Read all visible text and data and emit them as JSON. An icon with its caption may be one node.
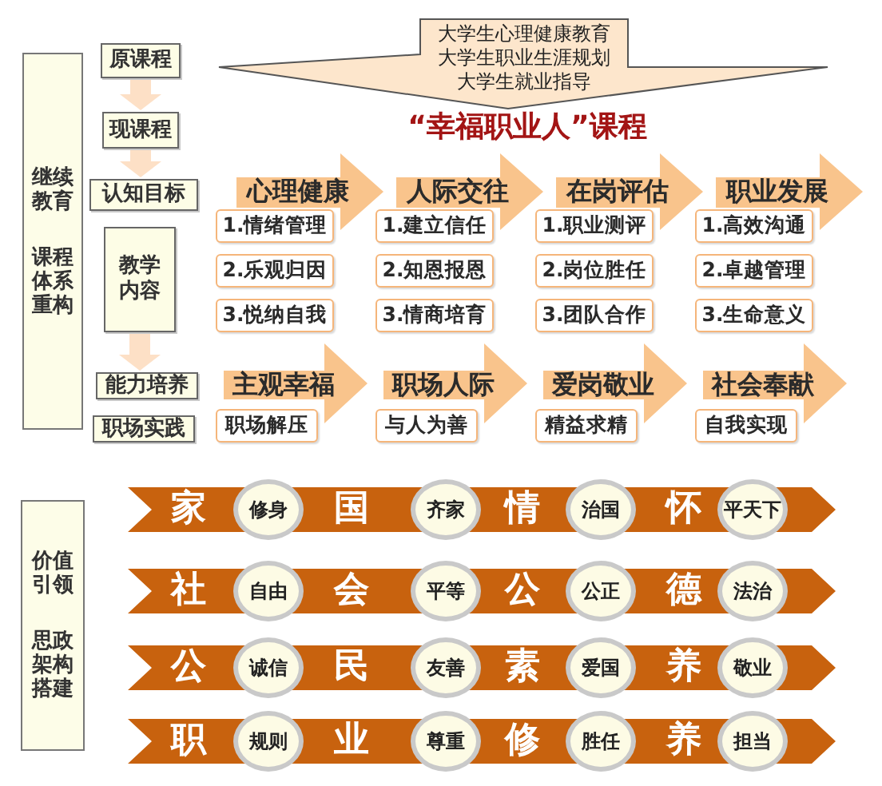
{
  "diagram": {
    "title": "“幸福职业人”课程",
    "nodes": [
      {
        "text": [
          "继续教育",
          "课程体系重构"
        ]
      },
      {
        "text": [
          "原课程"
        ]
      },
      {
        "text": [
          "现课程"
        ]
      },
      {
        "text": [
          "认知目标"
        ]
      },
      {
        "text": [
          "教学内容"
        ]
      },
      {
        "text": [
          "能力培养"
        ]
      },
      {
        "text": [
          "职场实践"
        ]
      },
      {
        "text": [
          "大学生心理健康教育",
          "大学生职业生涯规划",
          "大学生就业指导"
        ]
      },
      {
        "text": [
          "心理健康"
        ]
      },
      {
        "text": [
          "人际交往"
        ]
      },
      {
        "text": [
          "在岗评估"
        ]
      },
      {
        "text": [
          "职业发展"
        ]
      },
      {
        "text": [
          "1.情绪管理"
        ]
      },
      {
        "text": [
          "1.建立信任"
        ]
      },
      {
        "text": [
          "1.职业测评"
        ]
      },
      {
        "text": [
          "1.高效沟通"
        ]
      },
      {
        "text": [
          "2.乐观归因"
        ]
      },
      {
        "text": [
          "2.知恩报恩"
        ]
      },
      {
        "text": [
          "2.岗位胜任"
        ]
      },
      {
        "text": [
          "2.卓越管理"
        ]
      },
      {
        "text": [
          "3.悦纳自我"
        ]
      },
      {
        "text": [
          "3.情商培育"
        ]
      },
      {
        "text": [
          "3.团队合作"
        ]
      },
      {
        "text": [
          "3.生命意义"
        ]
      },
      {
        "text": [
          "主观幸福"
        ]
      },
      {
        "text": [
          "职场人际"
        ]
      },
      {
        "text": [
          "爱岗敬业"
        ]
      },
      {
        "text": [
          "社会奉献"
        ]
      },
      {
        "text": [
          "职场解压"
        ]
      },
      {
        "text": [
          "与人为善"
        ]
      },
      {
        "text": [
          "精益求精"
        ]
      },
      {
        "text": [
          "自我实现"
        ]
      },
      {
        "text": [
          "价值引领",
          "思政架构搭建"
        ]
      },
      {
        "text": [
          "家",
          "国",
          "情",
          "怀"
        ]
      },
      {
        "text": [
          "修身"
        ]
      },
      {
        "text": [
          "齐家"
        ]
      },
      {
        "text": [
          "治国"
        ]
      },
      {
        "text": [
          "平天下"
        ]
      },
      {
        "text": [
          "社",
          "会",
          "公",
          "德"
        ]
      },
      {
        "text": [
          "自由"
        ]
      },
      {
        "text": [
          "平等"
        ]
      },
      {
        "text": [
          "公正"
        ]
      },
      {
        "text": [
          "法治"
        ]
      },
      {
        "text": [
          "公",
          "民",
          "素",
          "养"
        ]
      },
      {
        "text": [
          "诚信"
        ]
      },
      {
        "text": [
          "友善"
        ]
      },
      {
        "text": [
          "爱国"
        ]
      },
      {
        "text": [
          "敬业"
        ]
      },
      {
        "text": [
          "职",
          "业",
          "修",
          "养"
        ]
      },
      {
        "text": [
          "规则"
        ]
      },
      {
        "text": [
          "尊重"
        ]
      },
      {
        "text": [
          "胜任"
        ]
      },
      {
        "text": [
          "担当"
        ]
      }
    ],
    "edges": [
      {
        "from": 1,
        "to": 2,
        "arrow": "to"
      },
      {
        "from": 2,
        "to": 3,
        "arrow": "to"
      },
      {
        "from": 4,
        "to": 5,
        "arrow": "to"
      }
    ]
  }
}
